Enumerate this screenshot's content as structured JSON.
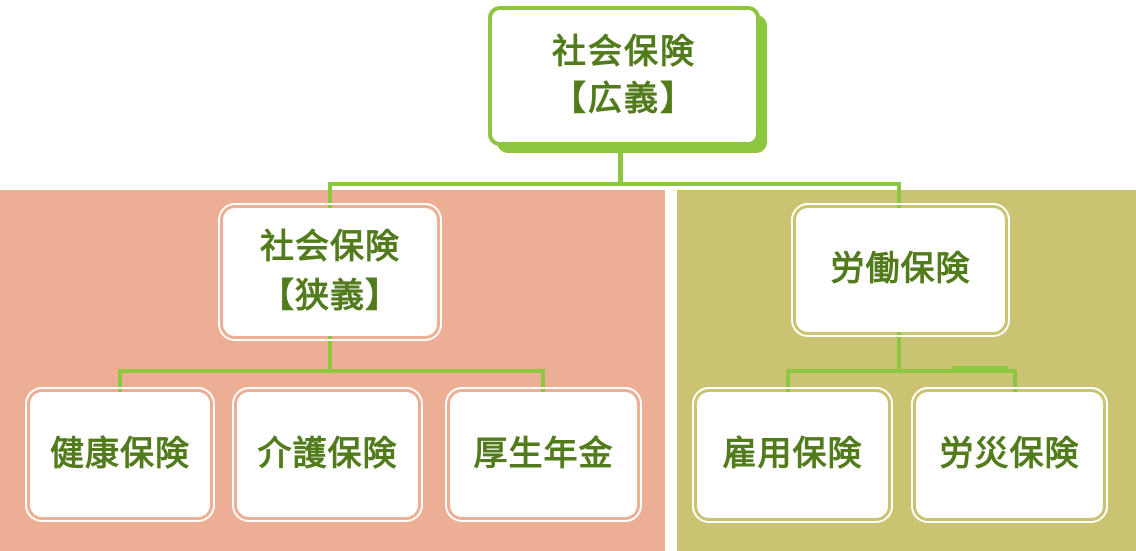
{
  "diagram": {
    "root": {
      "label_line1": "社会保険",
      "label_line2": "【広義】"
    },
    "left_group": {
      "panel_color": "#ECAE95",
      "parent": {
        "label_line1": "社会保険",
        "label_line2": "【狭義】"
      },
      "children": [
        {
          "label": "健康保険"
        },
        {
          "label": "介護保険"
        },
        {
          "label": "厚生年金"
        }
      ]
    },
    "right_group": {
      "panel_color": "#CAC372",
      "parent": {
        "label": "労働保険"
      },
      "children": [
        {
          "label": "雇用保険"
        },
        {
          "label": "労災保険"
        }
      ]
    },
    "colors": {
      "connector_green": "#8DC63F",
      "text_green": "#527B1B",
      "card_background": "#FFFFFF"
    }
  }
}
